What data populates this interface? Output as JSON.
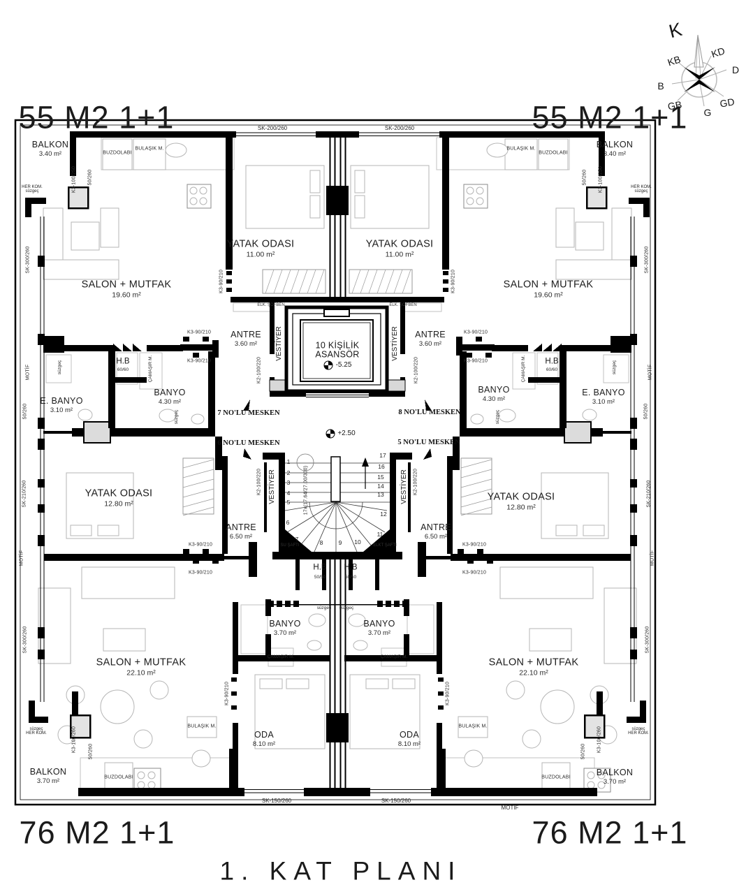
{
  "titles": {
    "top_left": "55 M2 1+1",
    "top_right": "55 M2 1+1",
    "bottom_left": "76 M2 1+1",
    "bottom_right": "76 M2 1+1",
    "plan_title": "1. KAT PLANI"
  },
  "compass": {
    "k": "K",
    "kd": "KD",
    "d": "D",
    "gd": "GD",
    "g": "G",
    "gb": "GB",
    "b": "B",
    "kb": "KB"
  },
  "rooms": [
    {
      "name": "BALKON",
      "area": "3.40 m²"
    },
    {
      "name": "BALKON",
      "area": "3.40 m²"
    },
    {
      "name": "SALON + MUTFAK",
      "area": "19.60 m²"
    },
    {
      "name": "SALON + MUTFAK",
      "area": "19.60 m²"
    },
    {
      "name": "YATAK ODASI",
      "area": "11.00 m²"
    },
    {
      "name": "YATAK ODASI",
      "area": "11.00 m²"
    },
    {
      "name": "ANTRE",
      "area": "3.60 m²"
    },
    {
      "name": "ANTRE",
      "area": "3.60 m²"
    },
    {
      "name": "BANYO",
      "area": "4.30 m²"
    },
    {
      "name": "BANYO",
      "area": "4.30 m²"
    },
    {
      "name": "E. BANYO",
      "area": "3.10 m²"
    },
    {
      "name": "E. BANYO",
      "area": "3.10 m²"
    },
    {
      "name": "YATAK ODASI",
      "area": "12.80 m²"
    },
    {
      "name": "YATAK ODASI",
      "area": "12.80 m²"
    },
    {
      "name": "ANTRE",
      "area": "6.50 m²"
    },
    {
      "name": "ANTRE",
      "area": "6.50 m²"
    },
    {
      "name": "SALON + MUTFAK",
      "area": "22.10 m²"
    },
    {
      "name": "SALON + MUTFAK",
      "area": "22.10 m²"
    },
    {
      "name": "BANYO",
      "area": "3.70 m²"
    },
    {
      "name": "BANYO",
      "area": "3.70 m²"
    },
    {
      "name": "ODA",
      "area": "8.10 m²"
    },
    {
      "name": "ODA",
      "area": "8.10 m²"
    },
    {
      "name": "BALKON",
      "area": "3.70 m²"
    },
    {
      "name": "BALKON",
      "area": "3.70 m²"
    }
  ],
  "core": {
    "elevator_line1": "10 KİŞİLİK",
    "elevator_line2": "ASANSÖR",
    "level_low": "-5.25",
    "level_mid": "+2.50",
    "stair_formula": "17x(17.64/27.00/300)",
    "steps": [
      "1",
      "2",
      "3",
      "4",
      "5",
      "6",
      "7",
      "8",
      "9",
      "10",
      "11",
      "12",
      "13",
      "14",
      "15",
      "16",
      "17"
    ],
    "vestiyer": "VESTİYER",
    "su_safti": "SU ŞAFTI",
    "elkt_safti": "ELKT ŞAFTI",
    "hb": "H.B",
    "hb_5050": "50/50",
    "hb_6060": "60/60",
    "sofben": "ELK. ŞOFBEN"
  },
  "mesken": {
    "m7": "7 NO'LU MESKEN",
    "m6": "6 NO'LU MESKEN",
    "m8": "8 NO'LU MESKEN",
    "m5": "5 NO'LU MESKEN"
  },
  "fixtures": {
    "buzdolabi": "BUZDOLABI",
    "bulasik": "BULAŞIK M.",
    "camasir": "ÇAMAŞIR M.",
    "herkom": "HER KOM.",
    "suzgec": "süzgeç"
  },
  "dims": {
    "sk200": "SK-200/260",
    "sk150": "SK-150/260",
    "sk300": "SK-300/260",
    "sk210": "SK-210/260",
    "motif": "MOTİF",
    "d50": "50/260",
    "k390": "K3-90/210",
    "k3100a": "K3-100/250",
    "k3100b": "K3-100/260",
    "k2100": "K2-100/220"
  }
}
